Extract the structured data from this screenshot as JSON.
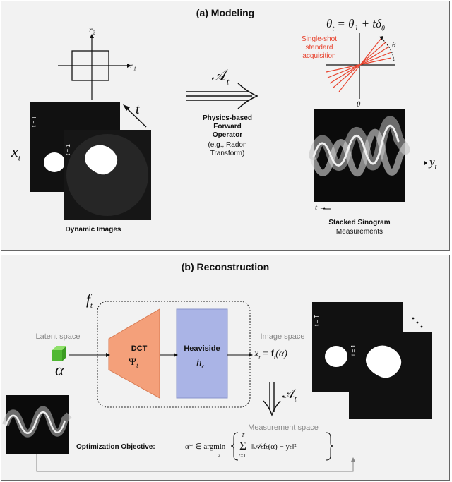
{
  "panel_a": {
    "title": "(a) Modeling",
    "axis_r1": "r₁",
    "axis_r2": "r₂",
    "time_t": "t",
    "x_t": "x",
    "x_t_sub": "t",
    "img_label_T": "t = T",
    "img_label_1": "t = 1",
    "dynamic_images": "Dynamic Images",
    "operator_symbol": "𝒜",
    "operator_sub": "t",
    "operator_text_bold": [
      "Physics-based",
      "Forward",
      "Operator"
    ],
    "operator_text": [
      "(e.g., Radon",
      "Transform)"
    ],
    "angle_eq": "θ",
    "angle_eq_sub": "t",
    "angle_eq_rest": " = θ₁ + tδ",
    "angle_eq_sub2": "θ",
    "single_shot": [
      "Single-shot",
      "standard",
      "acquisition"
    ],
    "theta_small": "θ",
    "theta_axis": "θ",
    "time_arrow": "t →",
    "y_t": "y",
    "y_t_sub": "t",
    "stacked_sinogram": "Stacked Sinogram",
    "measurements": "Measurements"
  },
  "panel_b": {
    "title": "(b) Reconstruction",
    "f_t": "f",
    "f_t_sub": "t",
    "latent_space": "Latent space",
    "alpha": "α",
    "dct": "DCT",
    "psi": "Ψ",
    "psi_sub": "t",
    "heaviside": "Heaviside",
    "h_eps": "h",
    "h_eps_sub": "ϵ",
    "image_space": "Image space",
    "x_eq": "x",
    "x_eq_sub": "t",
    "x_eq_rest": " = f",
    "x_eq_sub2": "t",
    "x_eq_tail": "(α)",
    "operator_symbol": "𝒜",
    "operator_sub": "t",
    "img_label_T": "t = T",
    "img_label_1": "t = 1",
    "measurement_space": "Measurement space",
    "opt_label": "Optimization Objective:",
    "opt_lhs": "α* ∈ argmin",
    "opt_under": "α",
    "opt_sum": "Σ",
    "opt_sum_top": "T",
    "opt_sum_bot": "t=1",
    "opt_body": "‖𝒜ₜfₜ(α) − yₜ‖²"
  },
  "colors": {
    "panel_bg": "#f2f2f2",
    "red_lines": "#e8432e",
    "dct_fill": "#f4a07a",
    "heaviside_fill": "#aab4e6",
    "cube_green": "#66cc44",
    "grey_text": "#888888"
  }
}
